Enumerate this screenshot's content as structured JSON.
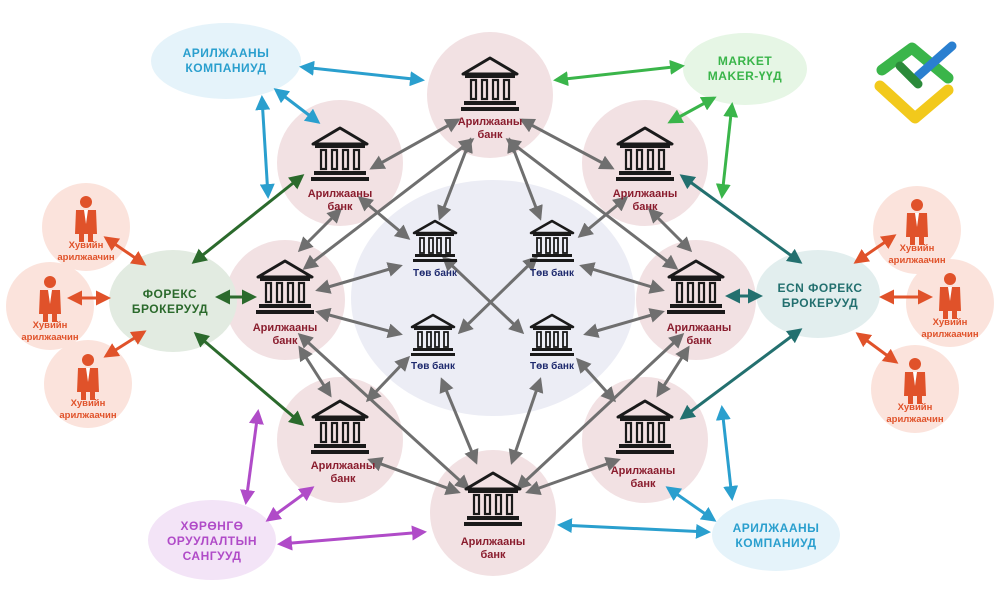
{
  "diagram": {
    "central_banks": [
      {
        "label": "Төв банк"
      },
      {
        "label": "Төв банк"
      },
      {
        "label": "Төв банк"
      },
      {
        "label": "Төв банк"
      }
    ],
    "commercial_banks": [
      {
        "label_line1": "Арилжааны",
        "label_line2": "банк"
      },
      {
        "label_line1": "Арилжааны",
        "label_line2": "банк"
      },
      {
        "label_line1": "Арилжааны",
        "label_line2": "банк"
      },
      {
        "label_line1": "Арилжааны",
        "label_line2": "банк"
      },
      {
        "label_line1": "Арилжааны",
        "label_line2": "банк"
      },
      {
        "label_line1": "Арилжааны",
        "label_line2": "банк"
      },
      {
        "label_line1": "Арилжааны",
        "label_line2": "банк"
      },
      {
        "label_line1": "Арилжааны",
        "label_line2": "банк"
      }
    ],
    "participants": {
      "trading_companies_top": {
        "line1": "АРИЛЖААНЫ",
        "line2": "КОМПАНИУД"
      },
      "market_makers": {
        "line1": "MARKET",
        "line2": "MAKER-ҮҮД"
      },
      "forex_brokers": {
        "line1": "ФОРЕКС",
        "line2": "БРОКЕРУУД"
      },
      "ecn_brokers": {
        "line1": "ECN ФОРЕКС",
        "line2": "БРОКЕРУУД"
      },
      "investment_funds": {
        "line1": "ХӨРӨНГӨ",
        "line2": "ОРУУЛАЛТЫН",
        "line3": "САНГУУД"
      },
      "trading_companies_bottom": {
        "line1": "АРИЛЖААНЫ",
        "line2": "КОМПАНИУД"
      }
    },
    "retail_traders": [
      {
        "line1": "Хувийн",
        "line2": "арилжаачин"
      },
      {
        "line1": "Хувийн",
        "line2": "арилжаачин"
      },
      {
        "line1": "Хувийн",
        "line2": "арилжаачин"
      },
      {
        "line1": "Хувийн",
        "line2": "арилжаачин"
      },
      {
        "line1": "Хувийн",
        "line2": "арилжаачин"
      },
      {
        "line1": "Хувийн",
        "line2": "арилжаачин"
      }
    ],
    "colors": {
      "bank_circle": "#f2e1e3",
      "bank_text": "#8a1d2e",
      "central_zone": "#ecedf5",
      "central_text": "#1e2a6e",
      "gray_arrow": "#6f6f6f",
      "blue": "#2a9fce",
      "green": "#3ab54a",
      "dark_green": "#2b6a2c",
      "teal": "#23706f",
      "purple": "#b04bc8",
      "orange": "#e0522a",
      "trader_circle": "#fbe3dc"
    },
    "icons": {
      "bank": "bank-building-icon",
      "person": "person-icon",
      "logo": "brand-logo"
    }
  }
}
